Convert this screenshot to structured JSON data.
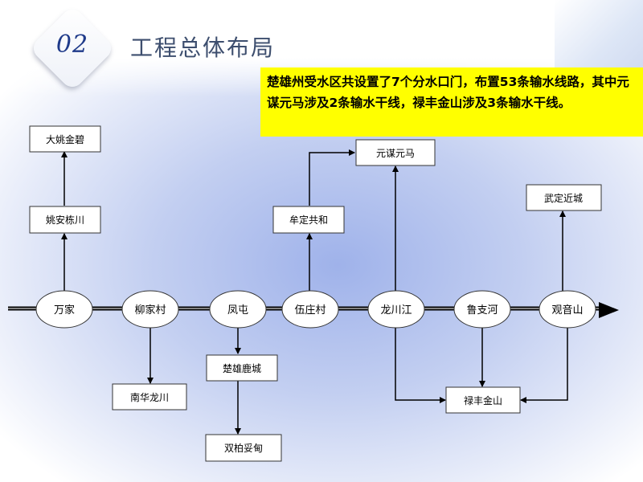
{
  "section_number": "02",
  "title": "工程总体布局",
  "note": "楚雄州受水区共设置了7个分水口门，布置53条输水线路，其中元谋元马涉及2条输水干线，禄丰金山涉及3条输水干线。",
  "main_line_nodes": [
    {
      "id": "wanjia",
      "label": "万家"
    },
    {
      "id": "liujiacun",
      "label": "柳家村"
    },
    {
      "id": "fengtun",
      "label": "凤屯"
    },
    {
      "id": "wuzhuangcun",
      "label": "伍庄村"
    },
    {
      "id": "longchuanjiang",
      "label": "龙川江"
    },
    {
      "id": "luzhihe",
      "label": "鲁支河"
    },
    {
      "id": "guanyinshan",
      "label": "观音山"
    }
  ],
  "destinations": [
    {
      "id": "yaoan",
      "label": "姚安栋川"
    },
    {
      "id": "dayao",
      "label": "大姚金碧"
    },
    {
      "id": "nanhua",
      "label": "南华龙川"
    },
    {
      "id": "chuxiong",
      "label": "楚雄鹿城"
    },
    {
      "id": "shuangbai",
      "label": "双柏妥甸"
    },
    {
      "id": "mouding",
      "label": "牟定共和"
    },
    {
      "id": "yuanmou",
      "label": "元谋元马"
    },
    {
      "id": "wuding",
      "label": "武定近城"
    },
    {
      "id": "lufeng",
      "label": "禄丰金山"
    }
  ],
  "edges": [
    [
      "wanjia",
      "yaoan"
    ],
    [
      "yaoan",
      "dayao"
    ],
    [
      "liujiacun",
      "nanhua"
    ],
    [
      "fengtun",
      "chuxiong"
    ],
    [
      "chuxiong",
      "shuangbai"
    ],
    [
      "wuzhuangcun",
      "mouding"
    ],
    [
      "mouding",
      "yuanmou"
    ],
    [
      "longchuanjiang",
      "yuanmou"
    ],
    [
      "longchuanjiang",
      "lufeng"
    ],
    [
      "luzhihe",
      "lufeng"
    ],
    [
      "guanyinshan",
      "lufeng"
    ],
    [
      "guanyinshan",
      "wuding"
    ]
  ],
  "colors": {
    "note_bg": "#ffff00",
    "badge_text": "#1f3a8a",
    "title_text": "#3d4e6e",
    "line": "#000000"
  }
}
